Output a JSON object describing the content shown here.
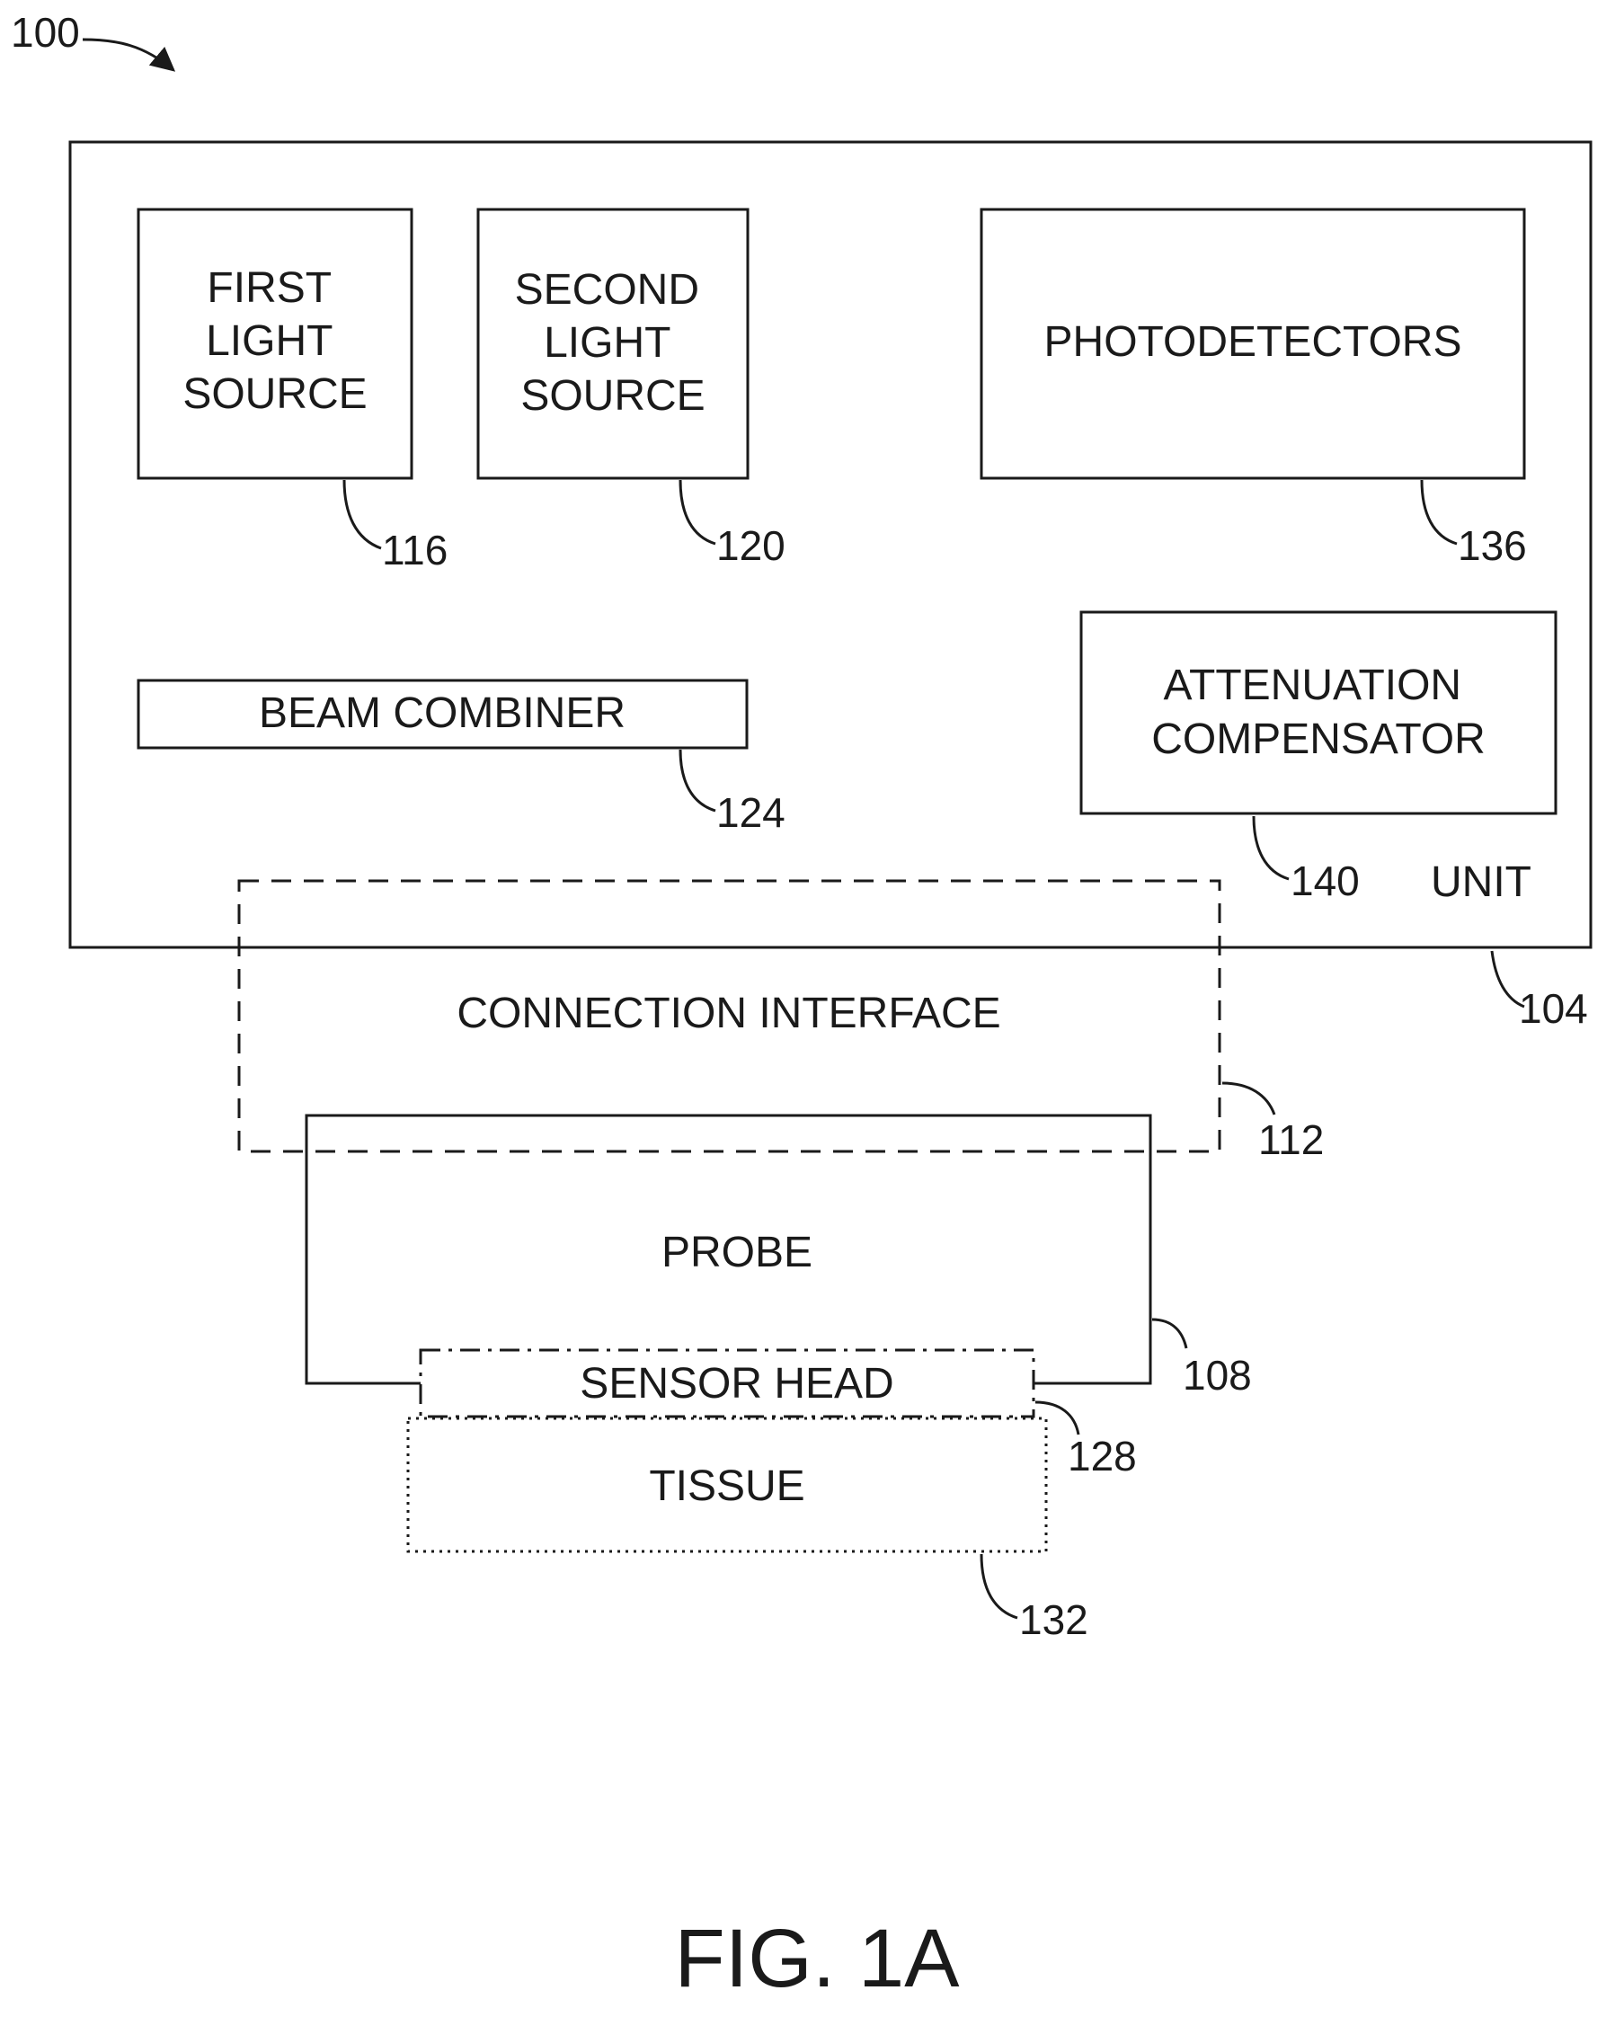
{
  "figure": {
    "ref": "100",
    "caption": "FIG. 1A"
  },
  "unit": {
    "label": "UNIT",
    "ref": "104"
  },
  "blocks": {
    "first_light_source": {
      "lines": [
        "FIRST",
        "LIGHT",
        "SOURCE"
      ],
      "ref": "116"
    },
    "second_light_source": {
      "lines": [
        "SECOND",
        "LIGHT",
        "SOURCE"
      ],
      "ref": "120"
    },
    "photodetectors": {
      "label": "PHOTODETECTORS",
      "ref": "136"
    },
    "beam_combiner": {
      "label": "BEAM COMBINER",
      "ref": "124"
    },
    "attenuation_compensator": {
      "lines": [
        "ATTENUATION",
        "COMPENSATOR"
      ],
      "ref": "140"
    },
    "connection_interface": {
      "label": "CONNECTION INTERFACE",
      "ref": "112"
    },
    "probe": {
      "label": "PROBE",
      "ref": "108"
    },
    "sensor_head": {
      "label": "SENSOR HEAD",
      "ref": "128"
    },
    "tissue": {
      "label": "TISSUE",
      "ref": "132"
    }
  }
}
